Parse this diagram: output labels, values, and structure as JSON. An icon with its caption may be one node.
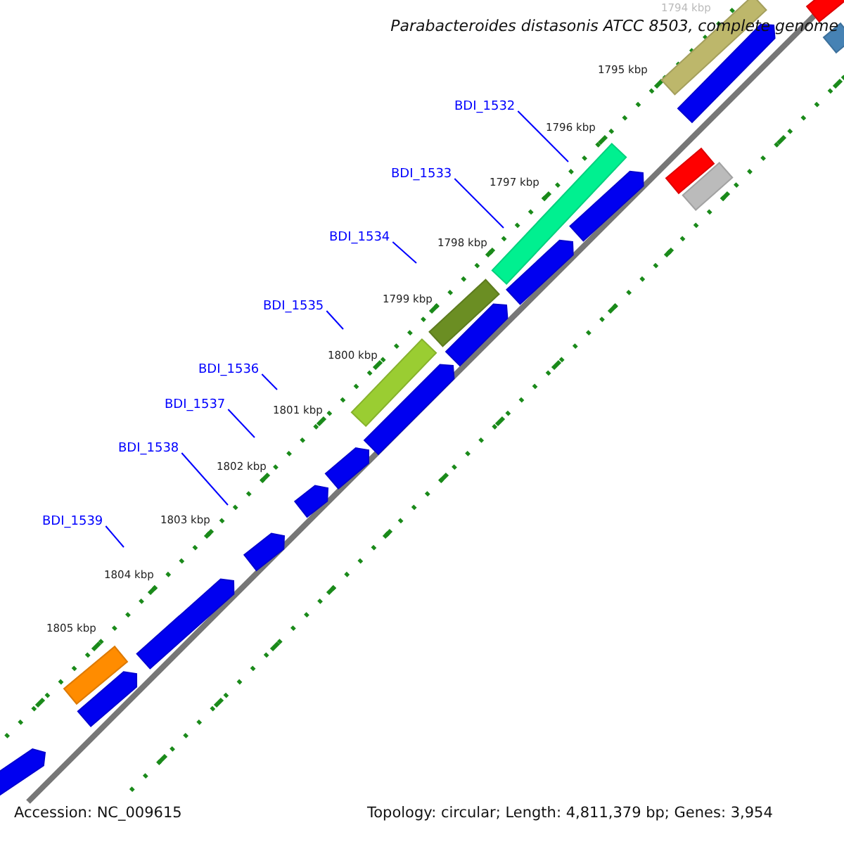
{
  "diagram": {
    "title": "Parabacteroides distasonis ATCC 8503, complete genome",
    "nodes": [
      {
        "text": [
          "BDI_1532"
        ]
      },
      {
        "text": [
          "BDI_1533"
        ]
      },
      {
        "text": [
          "BDI_1534"
        ]
      },
      {
        "text": [
          "BDI_1535"
        ]
      },
      {
        "text": [
          "BDI_1536"
        ]
      },
      {
        "text": [
          "BDI_1537"
        ]
      },
      {
        "text": [
          "BDI_1538"
        ]
      },
      {
        "text": [
          "BDI_1539"
        ]
      }
    ],
    "edges": [
      {
        "from": 0,
        "to": null,
        "arrow": "none"
      },
      {
        "from": 1,
        "to": null,
        "arrow": "none"
      },
      {
        "from": 2,
        "to": null,
        "arrow": "none"
      },
      {
        "from": 3,
        "to": null,
        "arrow": "none"
      },
      {
        "from": 4,
        "to": null,
        "arrow": "none"
      },
      {
        "from": 5,
        "to": null,
        "arrow": "none"
      },
      {
        "from": 6,
        "to": null,
        "arrow": "none"
      },
      {
        "from": 7,
        "to": null,
        "arrow": "none"
      }
    ],
    "labels": [
      "1794 kbp",
      "1795 kbp",
      "1796 kbp",
      "1797 kbp",
      "1798 kbp",
      "1799 kbp",
      "1800 kbp",
      "1801 kbp",
      "1802 kbp",
      "1803 kbp",
      "1804 kbp",
      "1805 kbp",
      "Accession: NC_009615",
      "Topology: circular; Length: 4,811,379 bp; Genes: 3,954"
    ]
  }
}
